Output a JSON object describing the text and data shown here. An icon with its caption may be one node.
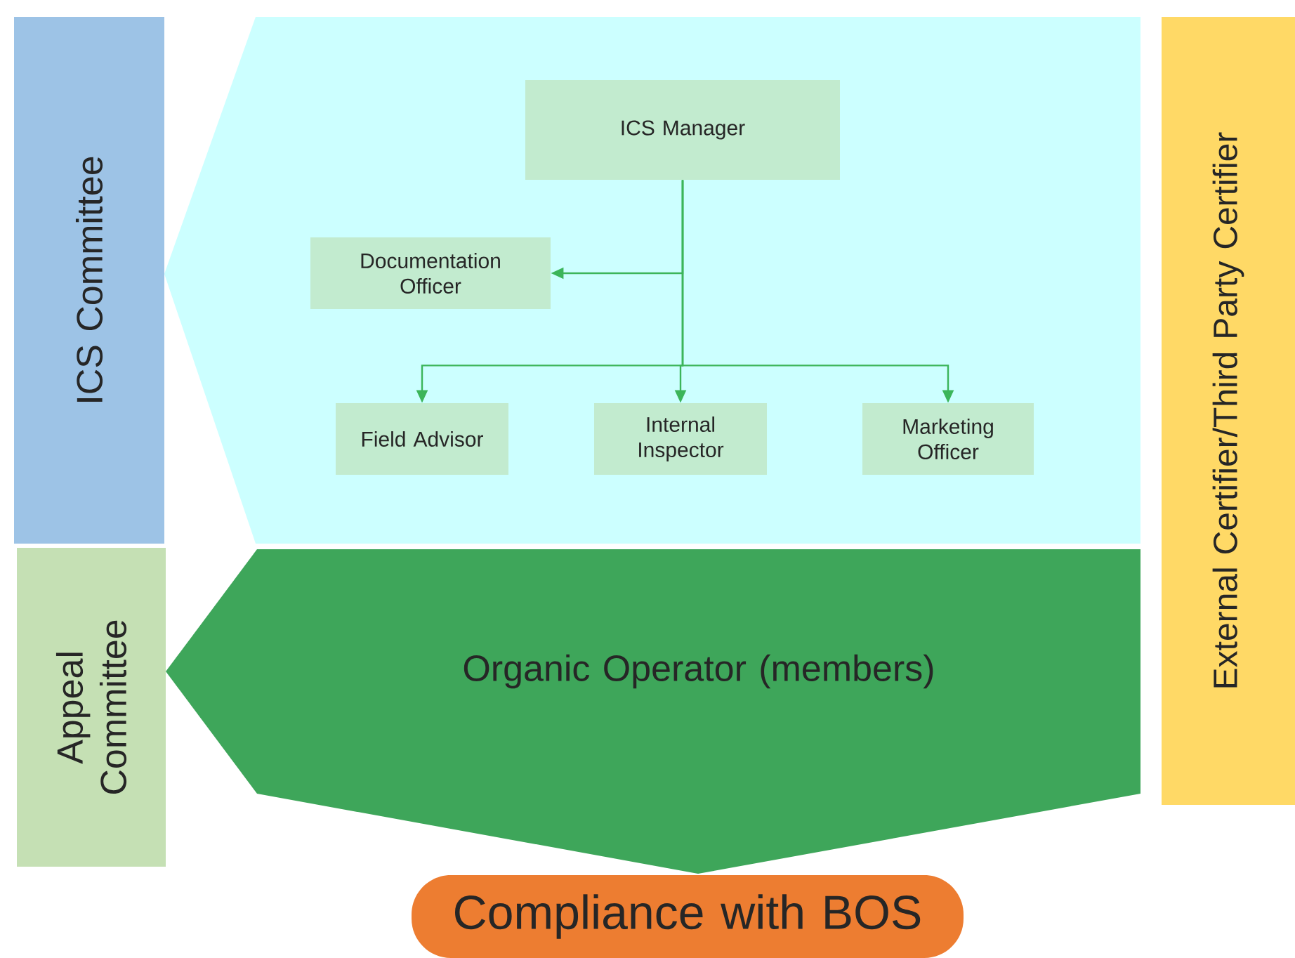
{
  "diagram": {
    "nodes": [
      {
        "text": [
          "ICS Committee"
        ]
      },
      {
        "text": [],
        "shape": "box"
      },
      {
        "text": [
          "ICS Manager"
        ],
        "in": 1
      },
      {
        "text": [
          "Documentation Officer"
        ],
        "in": 1
      },
      {
        "text": [
          "Field Advisor"
        ],
        "in": 1
      },
      {
        "text": [
          "Internal Inspector"
        ],
        "in": 1
      },
      {
        "text": [
          "Marketing Officer"
        ],
        "in": 1
      },
      {
        "text": [
          "Appeal Committee"
        ]
      },
      {
        "text": [
          "Organic Operator (members)"
        ]
      },
      {
        "text": [
          "Compliance with BOS"
        ]
      },
      {
        "text": [
          "External Certifier/Third Party Certifier"
        ]
      }
    ],
    "edges": [
      {
        "from": 2,
        "to": 3,
        "arrow": "to"
      },
      {
        "from": 2,
        "to": 4,
        "arrow": "to"
      },
      {
        "from": 2,
        "to": 5,
        "arrow": "to"
      },
      {
        "from": 2,
        "to": 6,
        "arrow": "to"
      }
    ]
  }
}
